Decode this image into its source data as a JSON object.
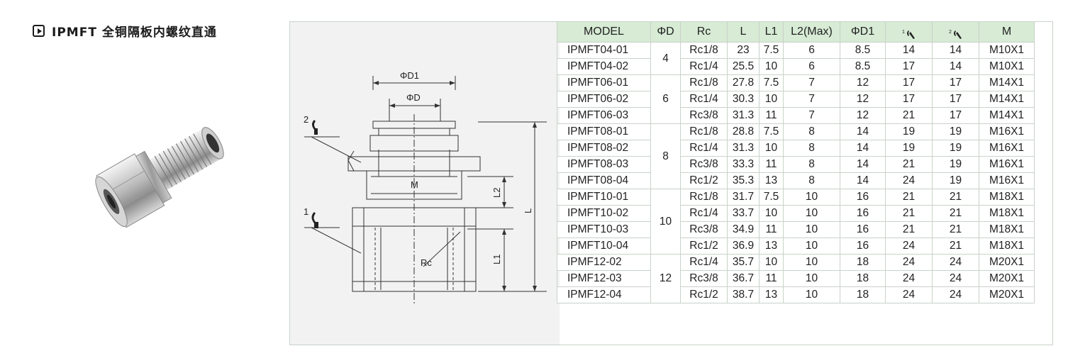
{
  "title": "IPMFT 全铜隔板内螺纹直通",
  "drawing_labels": {
    "d1": "ΦD1",
    "d": "ΦD",
    "m": "M",
    "l2": "L2",
    "l": "L",
    "l1": "L1",
    "rc": "Rc",
    "wrench2": "2",
    "wrench1": "1"
  },
  "table": {
    "headers": [
      "MODEL",
      "ΦD",
      "Rc",
      "L",
      "L1",
      "L2(Max)",
      "ΦD1",
      "1",
      "2",
      "M"
    ],
    "groups": [
      {
        "d": "4",
        "rows": [
          [
            "IPMFT04-01",
            "Rc1/8",
            "23",
            "7.5",
            "6",
            "8.5",
            "14",
            "14",
            "M10X1"
          ],
          [
            "IPMFT04-02",
            "Rc1/4",
            "25.5",
            "10",
            "6",
            "8.5",
            "17",
            "14",
            "M10X1"
          ]
        ]
      },
      {
        "d": "6",
        "rows": [
          [
            "IPMFT06-01",
            "Rc1/8",
            "27.8",
            "7.5",
            "7",
            "12",
            "17",
            "17",
            "M14X1"
          ],
          [
            "IPMFT06-02",
            "Rc1/4",
            "30.3",
            "10",
            "7",
            "12",
            "17",
            "17",
            "M14X1"
          ],
          [
            "IPMFT06-03",
            "Rc3/8",
            "31.3",
            "11",
            "7",
            "12",
            "21",
            "17",
            "M14X1"
          ]
        ]
      },
      {
        "d": "8",
        "rows": [
          [
            "IPMFT08-01",
            "Rc1/8",
            "28.8",
            "7.5",
            "8",
            "14",
            "19",
            "19",
            "M16X1"
          ],
          [
            "IPMFT08-02",
            "Rc1/4",
            "31.3",
            "10",
            "8",
            "14",
            "19",
            "19",
            "M16X1"
          ],
          [
            "IPMFT08-03",
            "Rc3/8",
            "33.3",
            "11",
            "8",
            "14",
            "21",
            "19",
            "M16X1"
          ],
          [
            "IPMFT08-04",
            "Rc1/2",
            "35.3",
            "13",
            "8",
            "14",
            "24",
            "19",
            "M16X1"
          ]
        ]
      },
      {
        "d": "10",
        "rows": [
          [
            "IPMFT10-01",
            "Rc1/8",
            "31.7",
            "7.5",
            "10",
            "16",
            "21",
            "21",
            "M18X1"
          ],
          [
            "IPMFT10-02",
            "Rc1/4",
            "33.7",
            "10",
            "10",
            "16",
            "21",
            "21",
            "M18X1"
          ],
          [
            "IPMFT10-03",
            "Rc3/8",
            "34.9",
            "11",
            "10",
            "16",
            "21",
            "21",
            "M18X1"
          ],
          [
            "IPMFT10-04",
            "Rc1/2",
            "36.9",
            "13",
            "10",
            "16",
            "24",
            "21",
            "M18X1"
          ]
        ]
      },
      {
        "d": "12",
        "rows": [
          [
            "IPMF12-02",
            "Rc1/4",
            "35.7",
            "10",
            "10",
            "18",
            "24",
            "24",
            "M20X1"
          ],
          [
            "IPMF12-03",
            "Rc3/8",
            "36.7",
            "11",
            "10",
            "18",
            "24",
            "24",
            "M20X1"
          ],
          [
            "IPMF12-04",
            "Rc1/2",
            "38.7",
            "13",
            "10",
            "18",
            "24",
            "24",
            "M20X1"
          ]
        ]
      }
    ]
  }
}
